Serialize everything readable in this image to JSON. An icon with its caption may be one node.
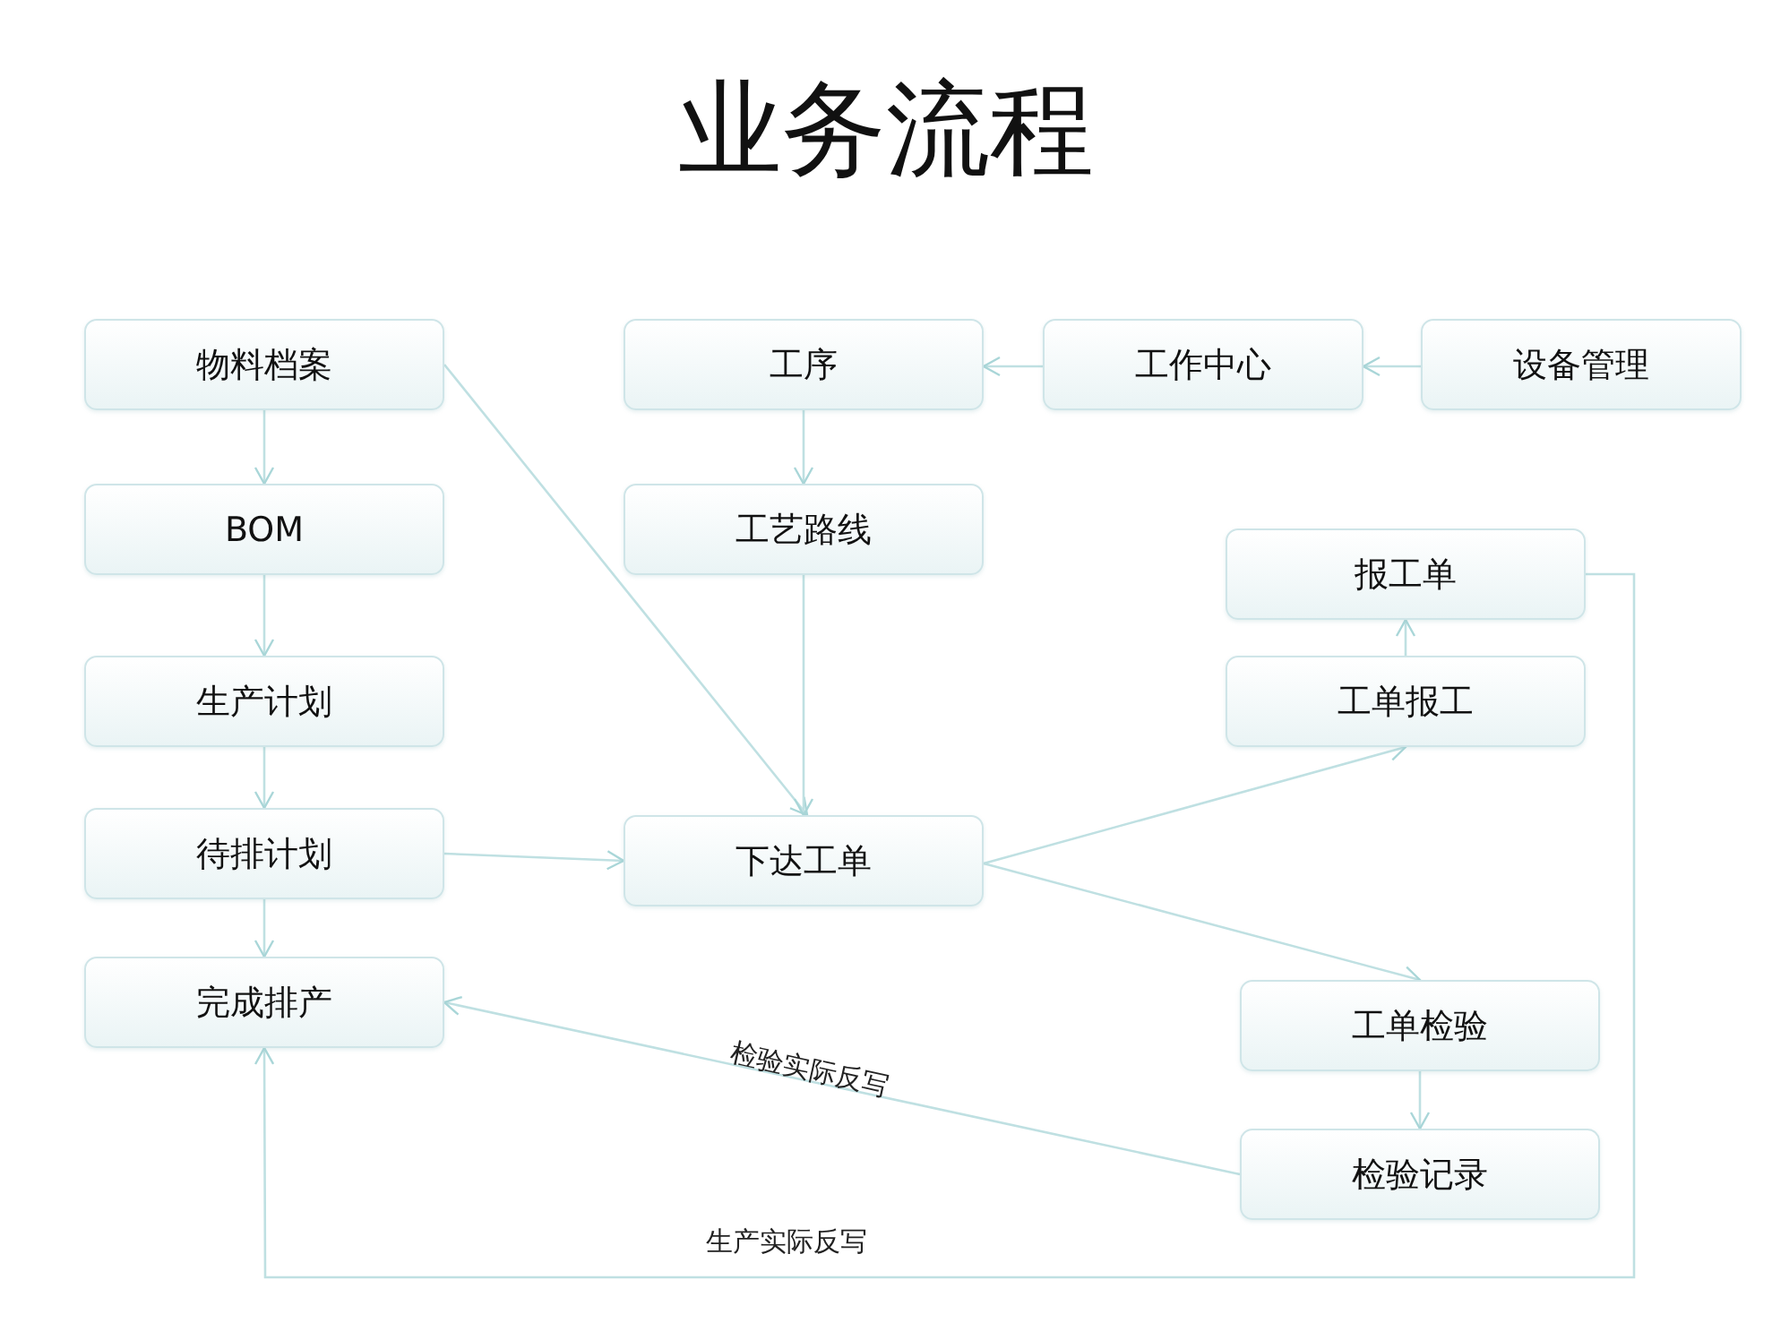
{
  "diagram": {
    "title": "业务流程",
    "nodes": [
      {
        "text": [
          "物料档案"
        ]
      },
      {
        "text": [
          "BOM"
        ]
      },
      {
        "text": [
          "生产计划"
        ]
      },
      {
        "text": [
          "待排计划"
        ]
      },
      {
        "text": [
          "完成排产"
        ]
      },
      {
        "text": [
          "工序"
        ]
      },
      {
        "text": [
          "工作中心"
        ]
      },
      {
        "text": [
          "设备管理"
        ]
      },
      {
        "text": [
          "工艺路线"
        ]
      },
      {
        "text": [
          "报工单"
        ]
      },
      {
        "text": [
          "工单报工"
        ]
      },
      {
        "text": [
          "下达工单"
        ]
      },
      {
        "text": [
          "工单检验"
        ]
      },
      {
        "text": [
          "检验记录"
        ]
      }
    ],
    "edges": [
      {
        "from": 0,
        "to": 1,
        "arrow": "to"
      },
      {
        "from": 1,
        "to": 2,
        "arrow": "to"
      },
      {
        "from": 2,
        "to": 3,
        "arrow": "to"
      },
      {
        "from": 3,
        "to": 4,
        "arrow": "to"
      },
      {
        "from": 0,
        "to": 11,
        "arrow": "to"
      },
      {
        "from": 6,
        "to": 5,
        "arrow": "to"
      },
      {
        "from": 7,
        "to": 6,
        "arrow": "to"
      },
      {
        "from": 5,
        "to": 8,
        "arrow": "to"
      },
      {
        "from": 8,
        "to": 11,
        "arrow": "to"
      },
      {
        "from": 3,
        "to": 11,
        "arrow": "to"
      },
      {
        "from": 11,
        "to": 10,
        "arrow": "to"
      },
      {
        "from": 11,
        "to": 12,
        "arrow": "to"
      },
      {
        "from": 10,
        "to": 9,
        "arrow": "to"
      },
      {
        "from": 12,
        "to": 13,
        "arrow": "to"
      },
      {
        "from": 13,
        "to": 4,
        "arrow": "to",
        "label": "检验实际反写"
      },
      {
        "from": 9,
        "to": 4,
        "arrow": "to",
        "label": "生产实际反写"
      }
    ]
  }
}
